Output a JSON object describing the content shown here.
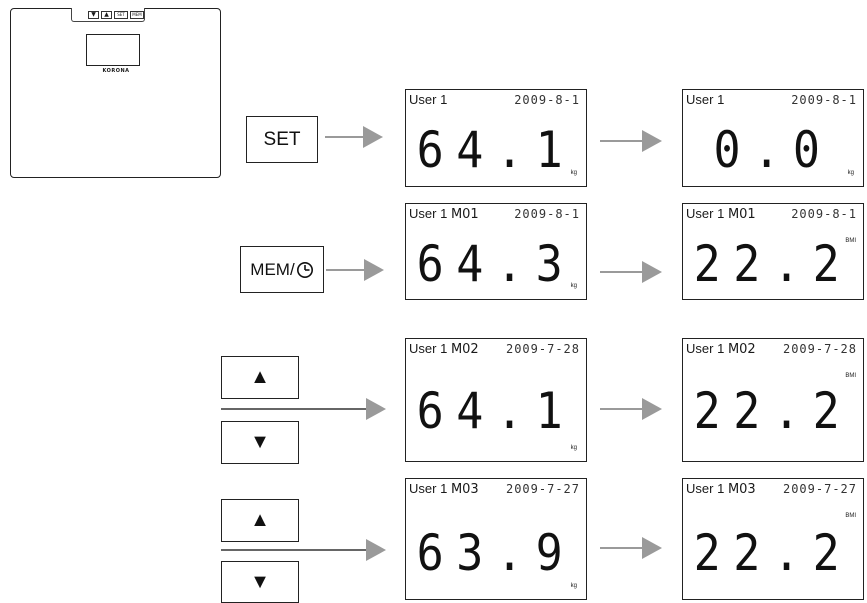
{
  "scale": {
    "brand": "KORONA",
    "buttons": [
      "▼",
      "▲",
      "SET",
      "MEM"
    ]
  },
  "buttons": {
    "set_label": "SET",
    "mem_label": "MEM/",
    "up_label": "▲",
    "down_label": "▼"
  },
  "displays": {
    "set_a": {
      "user": "User",
      "user_num": "1",
      "mem": "",
      "date": "2009-8-1",
      "value": "64.1",
      "unit": "kg"
    },
    "set_b": {
      "user": "User",
      "user_num": "1",
      "mem": "",
      "date": "2009-8-1",
      "value": "0.0",
      "unit": "kg"
    },
    "mem_a": {
      "user": "User",
      "user_num": "1",
      "mem": "M01",
      "date": "2009-8-1",
      "value": "64.3",
      "unit": "kg"
    },
    "mem_b": {
      "user": "User",
      "user_num": "1",
      "mem": "M01",
      "date": "2009-8-1",
      "value": "22.2",
      "unit": "BMI"
    },
    "m02_a": {
      "user": "User",
      "user_num": "1",
      "mem": "M02",
      "date": "2009-7-28",
      "value": "64.1",
      "unit": "kg"
    },
    "m02_b": {
      "user": "User",
      "user_num": "1",
      "mem": "M02",
      "date": "2009-7-28",
      "value": "22.2",
      "unit": "BMI"
    },
    "m03_a": {
      "user": "User",
      "user_num": "1",
      "mem": "M03",
      "date": "2009-7-27",
      "value": "63.9",
      "unit": "kg"
    },
    "m03_b": {
      "user": "User",
      "user_num": "1",
      "mem": "M03",
      "date": "2009-7-27",
      "value": "22.2",
      "unit": "BMI"
    }
  },
  "colors": {
    "arrow": "#9a9a9a",
    "outline": "#222222"
  }
}
